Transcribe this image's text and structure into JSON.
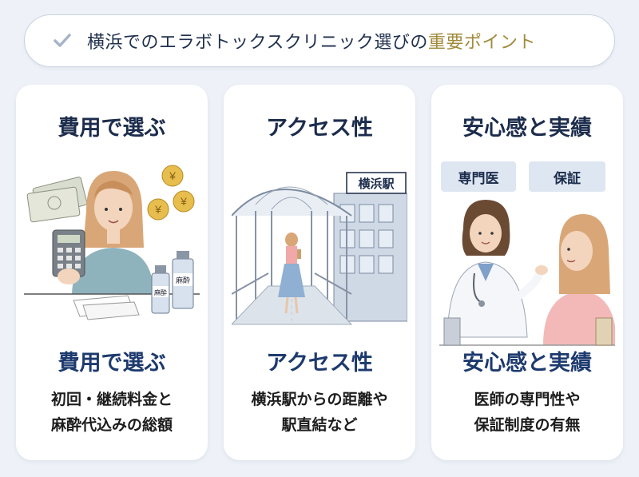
{
  "banner": {
    "title": "横浜でのエラボトックスクリニック選びの",
    "accent": "重要ポイント"
  },
  "cards": [
    {
      "heading": "費用で選ぶ",
      "subheading": "費用で選ぶ",
      "desc_lines": [
        "初回・継続料金と",
        "麻酔代込みの総額"
      ],
      "bottle_labels": [
        "麻酔",
        "麻酔"
      ],
      "coin_symbol": "¥"
    },
    {
      "heading": "アクセス性",
      "sign": "横浜駅",
      "subheading": "アクセス性",
      "desc_lines": [
        "横浜駅からの距離や",
        "駅直結など"
      ]
    },
    {
      "heading": "安心感と実績",
      "tags": [
        "専門医",
        "保証"
      ],
      "subheading": "安心感と実績",
      "desc_lines": [
        "医師の専門性や",
        "保証制度の有無"
      ]
    }
  ],
  "colors": {
    "background": "#eef2f8",
    "heading": "#1c2c4c",
    "subheading": "#1d3a6e",
    "accent": "#a08a3a",
    "check": "#a6b4ca"
  }
}
